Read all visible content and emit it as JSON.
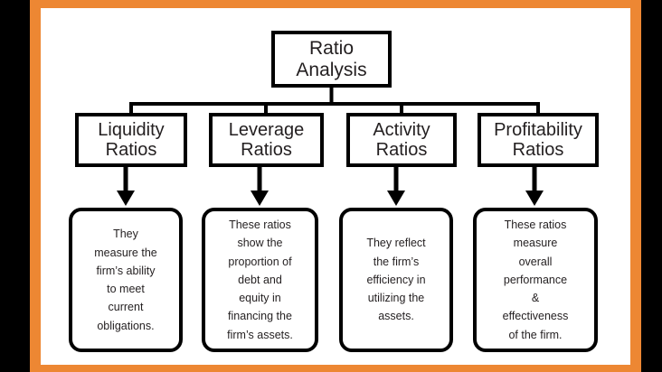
{
  "diagram": {
    "title": "Ratio Analysis",
    "frame": {
      "border_color": "#ED8733",
      "matte_color": "#000000",
      "canvas_color": "#FFFFFF"
    },
    "root": {
      "label": "Ratio\nAnalysis"
    },
    "categories": [
      {
        "label": "Liquidity\nRatios",
        "description": "They\nmeasure the\nfirm’s ability\nto meet\ncurrent\nobligations."
      },
      {
        "label": "Leverage\nRatios",
        "description": "These ratios\nshow the\nproportion of\ndebt and\nequity in\nfinancing the\nfirm’s assets."
      },
      {
        "label": "Activity\nRatios",
        "description": "They reflect\nthe firm’s\nefficiency in\nutilizing the\nassets."
      },
      {
        "label": "Profitability\nRatios",
        "description": "These ratios\nmeasure\noverall\nperformance\n&\neffectiveness\nof the firm."
      }
    ]
  }
}
